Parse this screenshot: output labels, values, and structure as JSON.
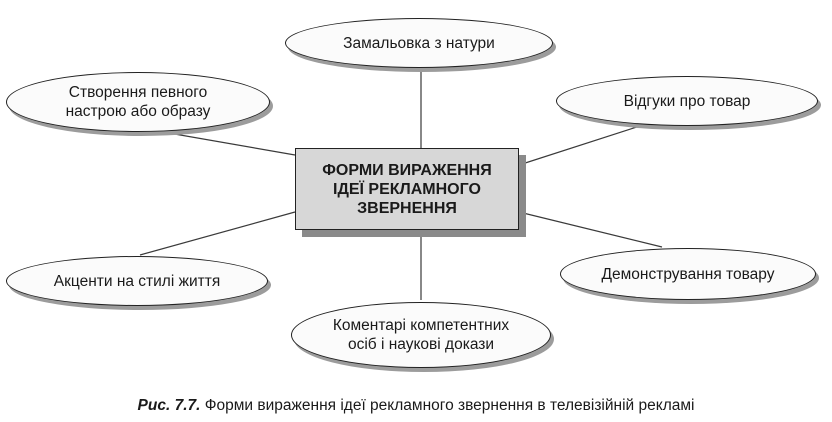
{
  "center": {
    "line1": "ФОРМИ ВИРАЖЕННЯ",
    "line2": "ІДЕЇ РЕКЛАМНОГО",
    "line3": "ЗВЕРНЕННЯ"
  },
  "nodes": {
    "top": {
      "line1": "Замальовка з натури"
    },
    "top_left": {
      "line1": "Створення певного",
      "line2": "настрою або образу"
    },
    "top_right": {
      "line1": "Відгуки про товар"
    },
    "bottom_left": {
      "line1": "Акценти на стилі життя"
    },
    "bottom": {
      "line1": "Коментарі компетентних",
      "line2": "осіб і наукові докази"
    },
    "bottom_right": {
      "line1": "Демонстрування товару"
    }
  },
  "caption": {
    "number": "Рис. 7.7.",
    "text": "Форми вираження ідеї рекламного звернення в телевізійній рекламі"
  }
}
